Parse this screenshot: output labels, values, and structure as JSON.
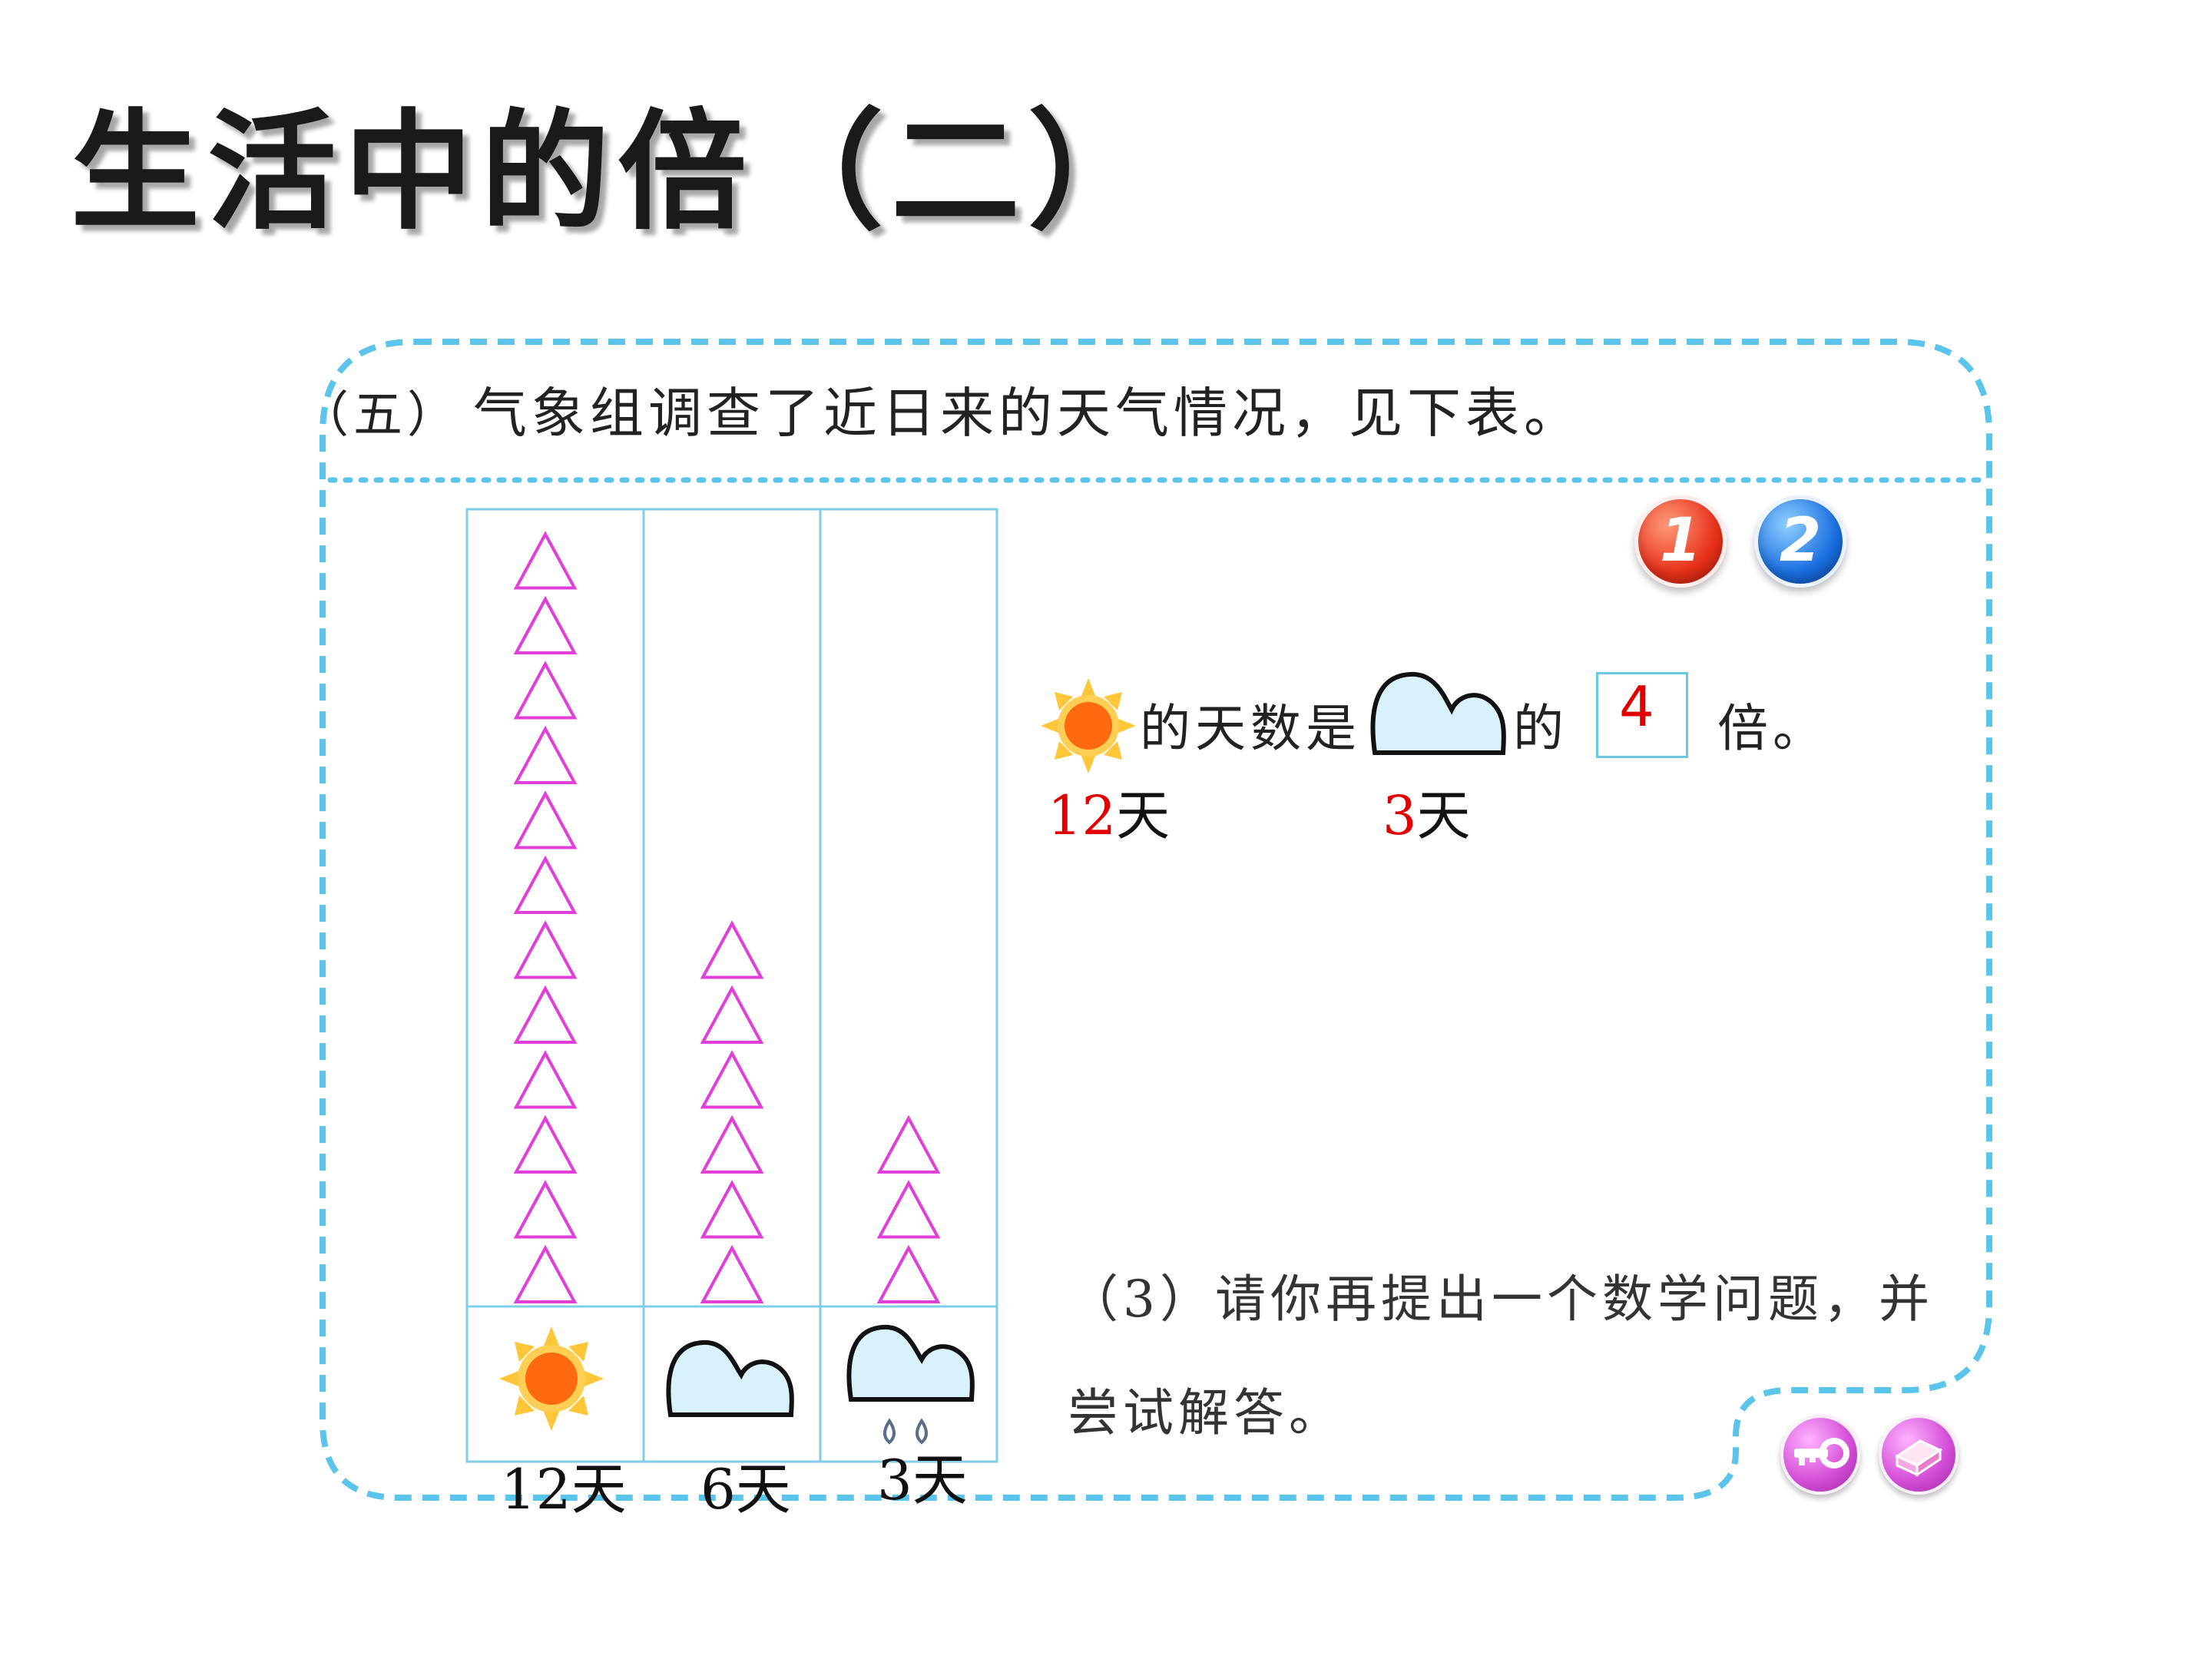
{
  "page": {
    "title": "生活中的倍（二）"
  },
  "problem": {
    "number": "（五）",
    "text": "气象组调查了近日来的天气情况，见下表。"
  },
  "nav": {
    "btn1": "1",
    "btn2": "2"
  },
  "chart_data": {
    "type": "pictograph",
    "symbol": "△",
    "categories": [
      "sunny",
      "cloudy",
      "rainy"
    ],
    "values": [
      12,
      6,
      3
    ],
    "labels": [
      "12天",
      "6天",
      "3天"
    ]
  },
  "answer": {
    "mid_text": "的天数是",
    "of_text": "的",
    "value": "4",
    "suffix": "倍。",
    "sunny_num": "12",
    "rainy_num": "3",
    "day_unit": "天"
  },
  "question3": {
    "text": "（3）请你再提出一个数学问题，并尝试解答。"
  },
  "colors": {
    "dash_border": "#5bc4ea",
    "triangle": "#e040d8",
    "grid": "#7fcfe6",
    "answer": "#e00000"
  },
  "icons": [
    "sun-icon",
    "cloud-icon",
    "rain-cloud-icon",
    "key-icon",
    "eraser-icon"
  ]
}
